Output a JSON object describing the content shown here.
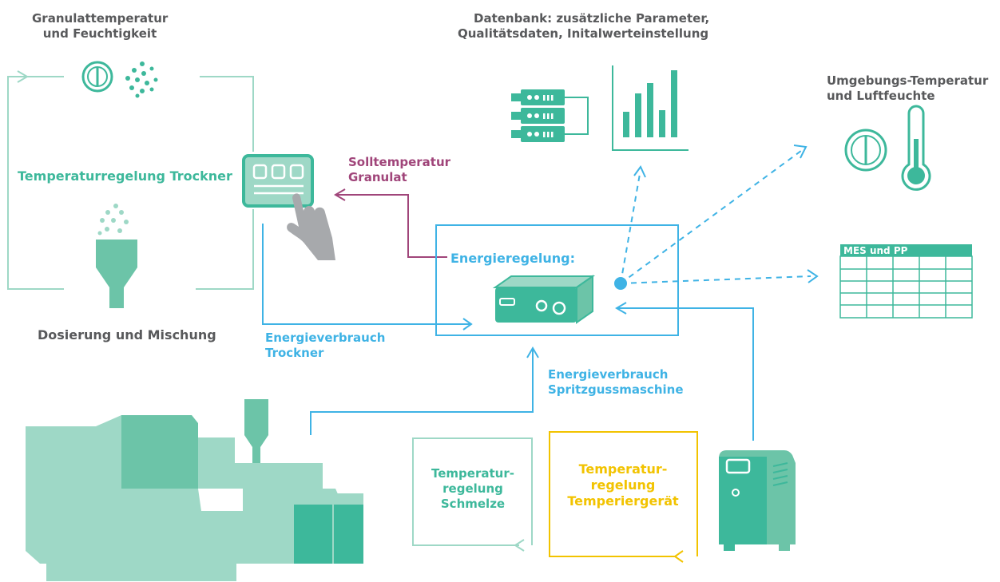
{
  "labels": {
    "granulat": [
      "Granulattemperatur",
      "und Feuchtigkeit"
    ],
    "datenbank": [
      "Datenbank: zusätzliche Parameter,",
      "Qualitätsdaten, Initalwerteinstellung"
    ],
    "umgebung": [
      "Umgebungs-Temperatur",
      "und Luftfeuchte"
    ],
    "temperaturregelung_trockner": "Temperaturregelung Trockner",
    "solltemperatur": [
      "Solltemperatur",
      "Granulat"
    ],
    "energieregelung": "Energieregelung:",
    "mes": "MES und PP",
    "dosierung": "Dosierung und Mischung",
    "energieverbrauch_trockner": [
      "Energieverbrauch",
      "Trockner"
    ],
    "energieverbrauch_spritzguss": [
      "Energieverbrauch",
      "Spritzgussmaschine"
    ],
    "temperaturregelung_schmelze": [
      "Temperatur-",
      "regelung",
      "Schmelze"
    ],
    "temperaturregelung_temperiergeraet": [
      "Temperatur-",
      "regelung",
      "Temperiergerät"
    ]
  },
  "colors": {
    "green": "#3db89b",
    "mint": "#9ed8c6",
    "blue": "#3fb3e5",
    "purple": "#a0457a",
    "yellow": "#f2c300",
    "gray": "#58595b"
  }
}
